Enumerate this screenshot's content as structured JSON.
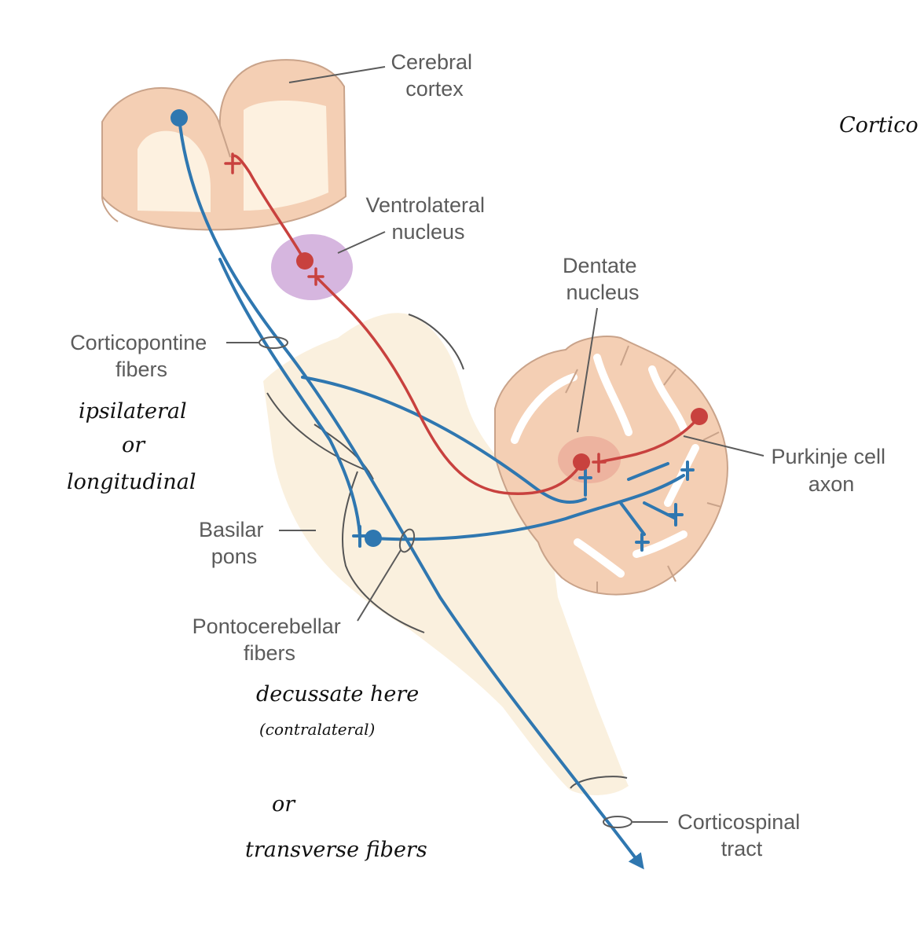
{
  "labels": {
    "cerebral_cortex": [
      "Cerebral",
      "cortex"
    ],
    "ventrolateral_nucleus": [
      "Ventrolateral",
      "nucleus"
    ],
    "dentate_nucleus": [
      "Dentate",
      "nucleus"
    ],
    "corticopontine_fibers": [
      "Corticopontine",
      "fibers"
    ],
    "purkinje_cell_axon": [
      "Purkinje cell",
      "axon"
    ],
    "basilar_pons": [
      "Basilar",
      "pons"
    ],
    "pontocerebellar_fibers": [
      "Pontocerebellar",
      "fibers"
    ],
    "corticospinal_tract": [
      "Corticospinal",
      "tract"
    ]
  },
  "handwritten_notes": {
    "corner": "Cortico",
    "ipsilateral": [
      "ipsilateral",
      "or",
      "longitudinal"
    ],
    "decussate": [
      "decussate here",
      "(contralateral)"
    ],
    "transverse": [
      "or",
      "transverse fibers"
    ]
  },
  "colors": {
    "motor_pathway_blue": "#2f77b0",
    "cerebellar_output_red": "#c8413e",
    "cortex_pink": "#f4cfb4",
    "brainstem_cream": "#faf0de",
    "thalamus_lavender": "#d6b6df",
    "label_gray": "#5b5b5b"
  }
}
